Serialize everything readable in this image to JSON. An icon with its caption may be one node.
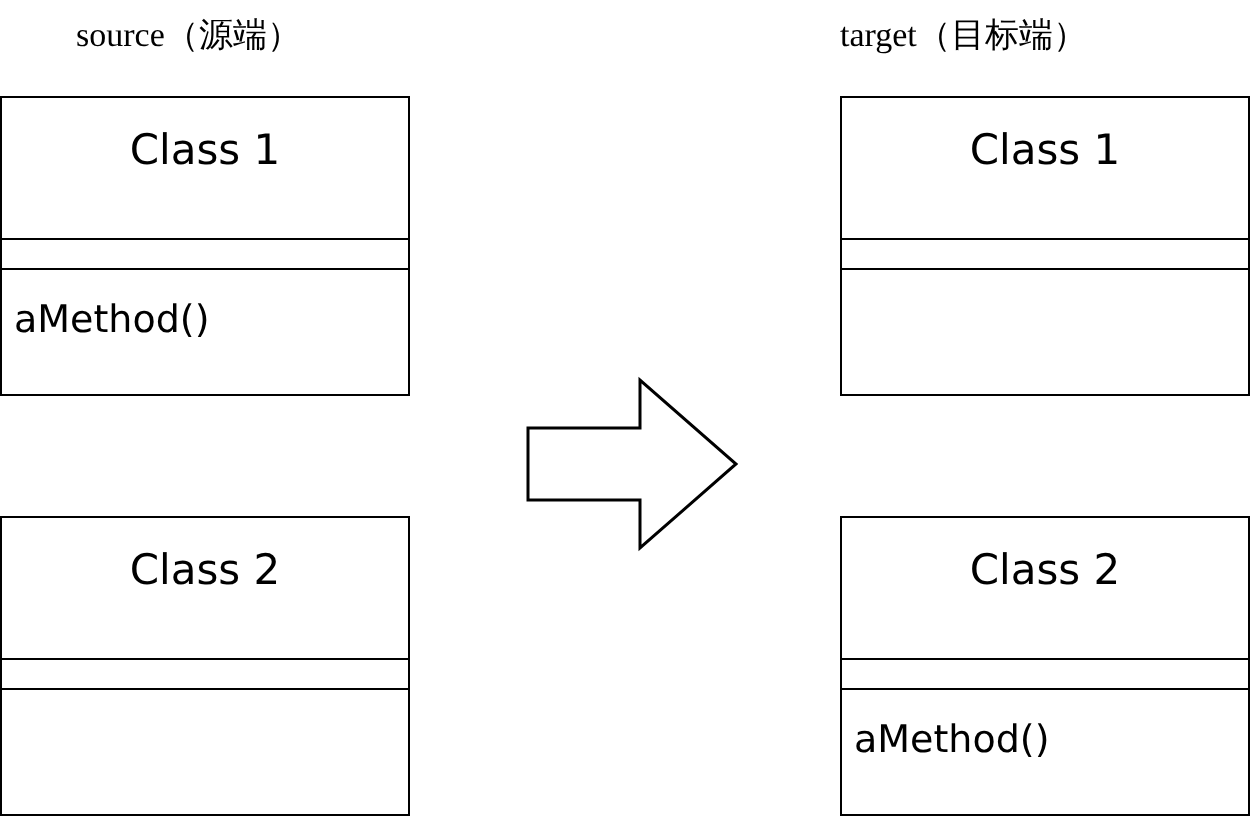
{
  "diagram": {
    "nodes": [
      {
        "text": [
          "Class 1",
          "aMethod()"
        ]
      },
      {
        "text": [
          "Class 2"
        ]
      },
      {
        "text": [
          "Class 1"
        ]
      },
      {
        "text": [
          "Class 2",
          "aMethod()"
        ]
      }
    ],
    "labels": [
      "source（源端）",
      "target（目标端）"
    ]
  }
}
